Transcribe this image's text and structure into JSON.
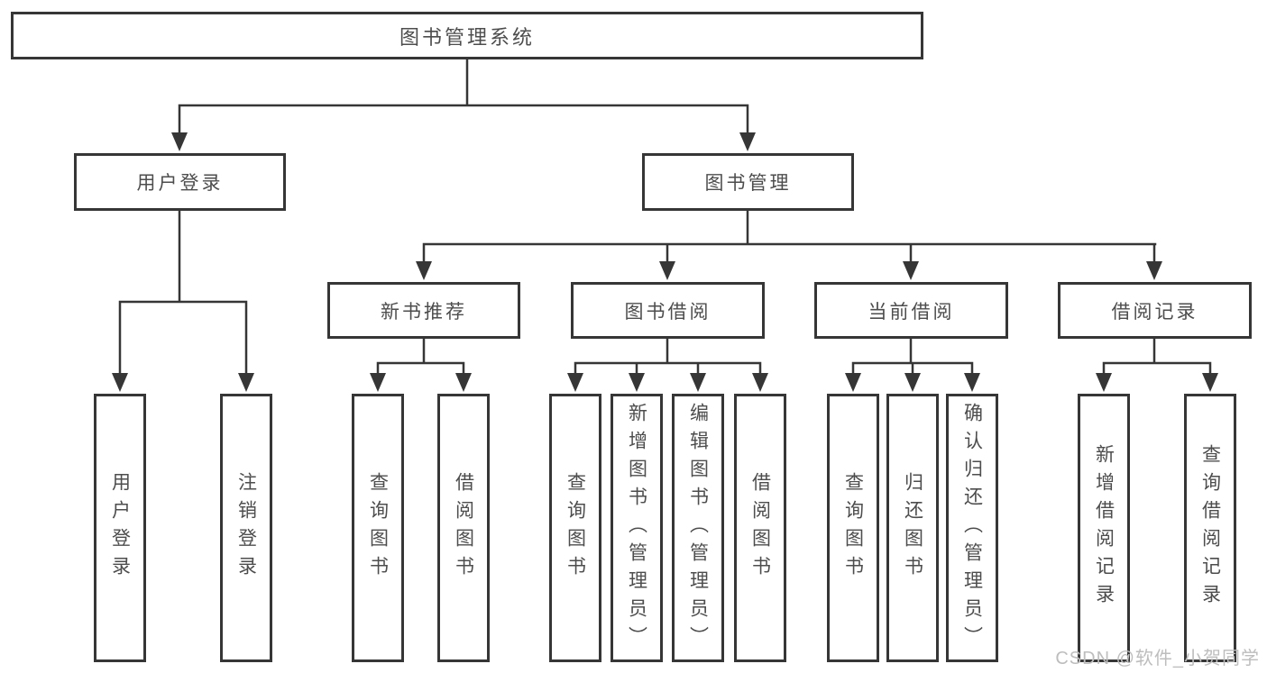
{
  "diagram": {
    "root": {
      "label": "图书管理系统"
    },
    "branches": [
      {
        "label": "用户登录",
        "leaves": [
          "用户登录",
          "注销登录"
        ]
      },
      {
        "label": "图书管理",
        "children": [
          {
            "label": "新书推荐",
            "leaves": [
              "查询图书",
              "借阅图书"
            ]
          },
          {
            "label": "图书借阅",
            "leaves": [
              "查询图书",
              "新增图书（管理员）",
              "编辑图书（管理员）",
              "借阅图书"
            ]
          },
          {
            "label": "当前借阅",
            "leaves": [
              "查询图书",
              "归还图书",
              "确认归还（管理员）"
            ]
          },
          {
            "label": "借阅记录",
            "leaves": [
              "新增借阅记录",
              "查询借阅记录"
            ]
          }
        ]
      }
    ]
  },
  "watermark": {
    "text": "CSDN @软件_小贺同学"
  },
  "colors": {
    "line": "#363636",
    "text": "#4d4d4d",
    "background": "#ffffff",
    "watermark": "#bdbdbd"
  }
}
